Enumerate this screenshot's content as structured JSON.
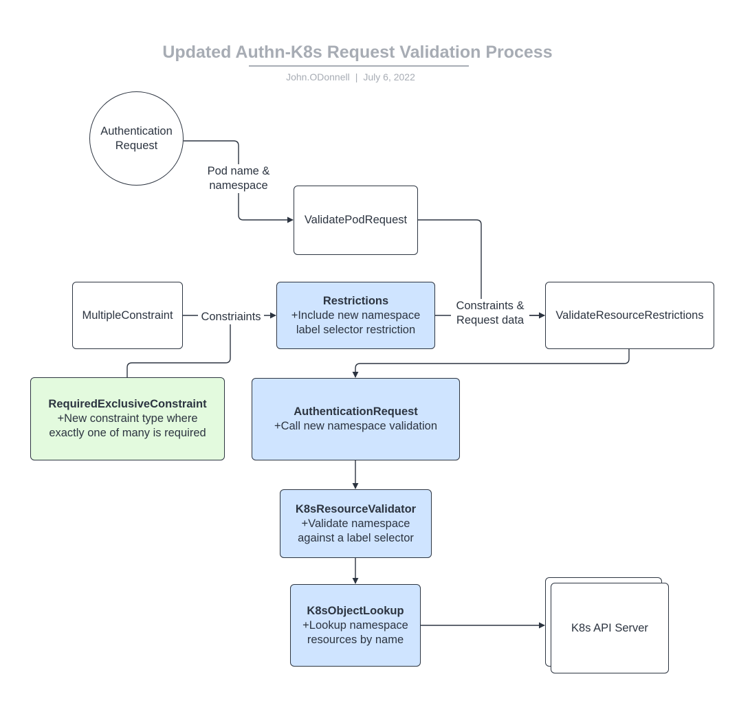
{
  "header": {
    "title": "Updated Authn-K8s Request Validation Process",
    "author": "John.ODonnell",
    "date": "July 6, 2022",
    "separator": "|"
  },
  "nodes": {
    "authentication_request_start": {
      "line1": "Authentication",
      "line2": "Request"
    },
    "validate_pod_request": {
      "label": "ValidatePodRequest"
    },
    "multiple_constraint": {
      "label": "MultipleConstraint"
    },
    "restrictions": {
      "name": "Restrictions",
      "line1": "+Include new namespace",
      "line2": "label selector restriction"
    },
    "validate_resource_restrictions": {
      "label": "ValidateResourceRestrictions"
    },
    "required_exclusive_constraint": {
      "name": "RequiredExclusiveConstraint",
      "line1": "+New constraint type where",
      "line2": "exactly one of many is required"
    },
    "authentication_request_class": {
      "name": "AuthenticationRequest",
      "line1": "+Call new namespace validation"
    },
    "k8s_resource_validator": {
      "name": "K8sResourceValidator",
      "line1": "+Validate namespace",
      "line2": "against a label selector"
    },
    "k8s_object_lookup": {
      "name": "K8sObjectLookup",
      "line1": "+Lookup namespace",
      "line2": "resources by name"
    },
    "k8s_api_server": {
      "label": "K8s API Server"
    }
  },
  "edge_labels": {
    "pod_name_namespace": {
      "line1": "Pod name &",
      "line2": "namespace"
    },
    "constraints_request_data": {
      "line1": "Constraints &",
      "line2": "Request data"
    },
    "constraints": "Constriaints"
  },
  "colors": {
    "highlight_blue": "#cfe4ff",
    "highlight_green": "#e3fade",
    "stroke": "#2c3440",
    "title_gray": "#a7acb4"
  }
}
